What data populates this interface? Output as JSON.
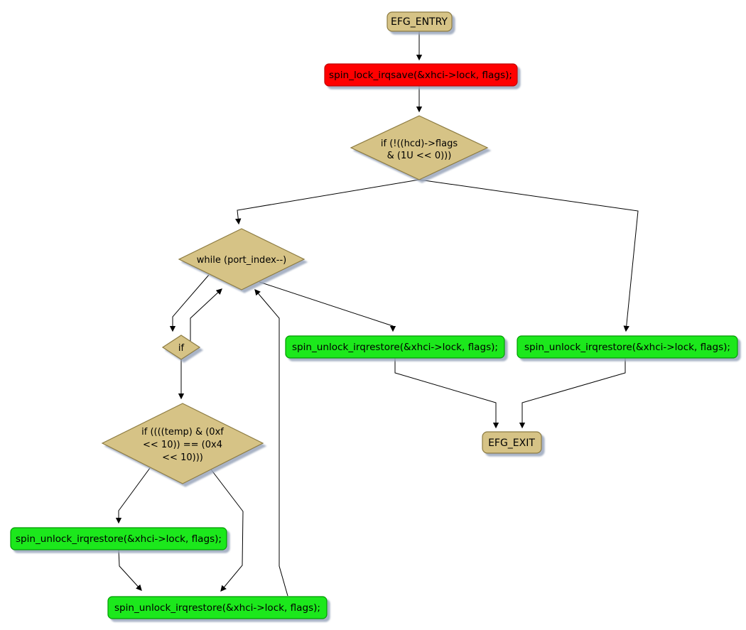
{
  "diagram": {
    "type": "control-flow-graph",
    "colors": {
      "background": "#ffffff",
      "node_fill": "#d6c386",
      "node_border": "#8d7c42",
      "red_fill": "#ff0000",
      "red_border": "#c00000",
      "green_fill": "#1fe81f",
      "green_border": "#009b00",
      "edge": "#000000",
      "shadow": "#9aa6bc"
    },
    "nodes": {
      "entry": {
        "label": "EFG_ENTRY",
        "type": "terminal"
      },
      "lock": {
        "label": "spin_lock_irqsave(&xhci->lock, flags);",
        "type": "statement-highlight-red"
      },
      "cond_hcd": {
        "lines": [
          "if (!((hcd)->flags",
          "& (1U << 0)))"
        ],
        "type": "decision"
      },
      "while_loop": {
        "label": "while (port_index--)",
        "type": "decision"
      },
      "if_inner": {
        "label": "if",
        "type": "decision"
      },
      "cond_temp": {
        "lines": [
          "if ((((temp) & (0xf",
          "<< 10)) == (0x4",
          "<< 10)))"
        ],
        "type": "decision"
      },
      "unlock_left": {
        "label": "spin_unlock_irqrestore(&xhci->lock, flags);",
        "type": "statement-highlight-green"
      },
      "unlock_bottom": {
        "label": "spin_unlock_irqrestore(&xhci->lock, flags);",
        "type": "statement-highlight-green"
      },
      "unlock_mid": {
        "label": "spin_unlock_irqrestore(&xhci->lock, flags);",
        "type": "statement-highlight-green"
      },
      "unlock_right": {
        "label": "spin_unlock_irqrestore(&xhci->lock, flags);",
        "type": "statement-highlight-green"
      },
      "exit": {
        "label": "EFG_EXIT",
        "type": "terminal"
      }
    }
  }
}
